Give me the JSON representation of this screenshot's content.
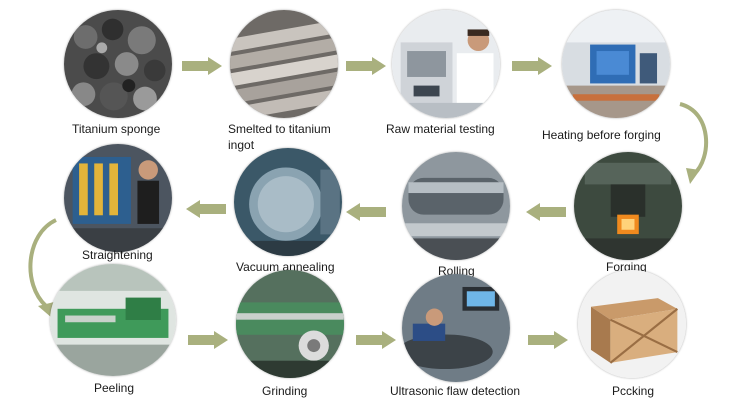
{
  "steps": [
    {
      "label": "Titanium sponge"
    },
    {
      "label_line1": "Smelted to titanium",
      "label_line2": "ingot"
    },
    {
      "label": "Raw material testing"
    },
    {
      "label": "Heating before forging"
    },
    {
      "label": "Forging"
    },
    {
      "label": "Rolling"
    },
    {
      "label": "Vacuum annealing"
    },
    {
      "label": "Straightening"
    },
    {
      "label": "Peeling"
    },
    {
      "label": "Grinding"
    },
    {
      "label": "Ultrasonic flaw detection"
    },
    {
      "label": "Pccking"
    }
  ],
  "colors": {
    "arrow": "#a9b07e",
    "text": "#1a1a1a"
  }
}
